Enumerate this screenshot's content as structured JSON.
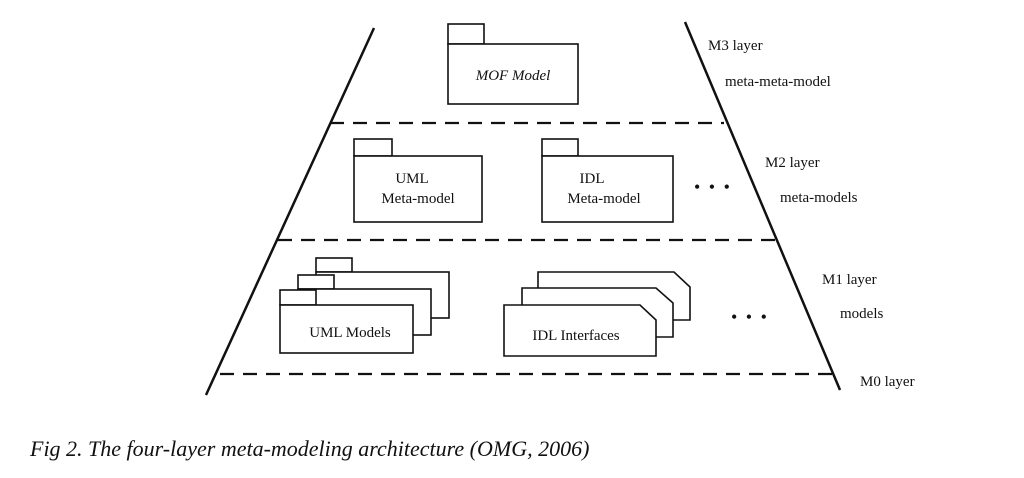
{
  "layers": [
    {
      "id": "m3",
      "name": "M3 layer",
      "description": "meta-meta-model"
    },
    {
      "id": "m2",
      "name": "M2 layer",
      "description": "meta-models"
    },
    {
      "id": "m1",
      "name": "M1 layer",
      "description": "models"
    },
    {
      "id": "m0",
      "name": "M0 layer",
      "description": ""
    }
  ],
  "m3": {
    "package_label": "MOF Model"
  },
  "m2": {
    "uml_line1": "UML",
    "uml_line2": "Meta-model",
    "idl_line1": "IDL",
    "idl_line2": "Meta-model",
    "ellipsis": "• • •"
  },
  "m1": {
    "uml_models": "UML Models",
    "idl_interfaces": "IDL Interfaces",
    "ellipsis": "• • •"
  },
  "caption": "Fig 2. The four-layer meta-modeling architecture (OMG, 2006)"
}
